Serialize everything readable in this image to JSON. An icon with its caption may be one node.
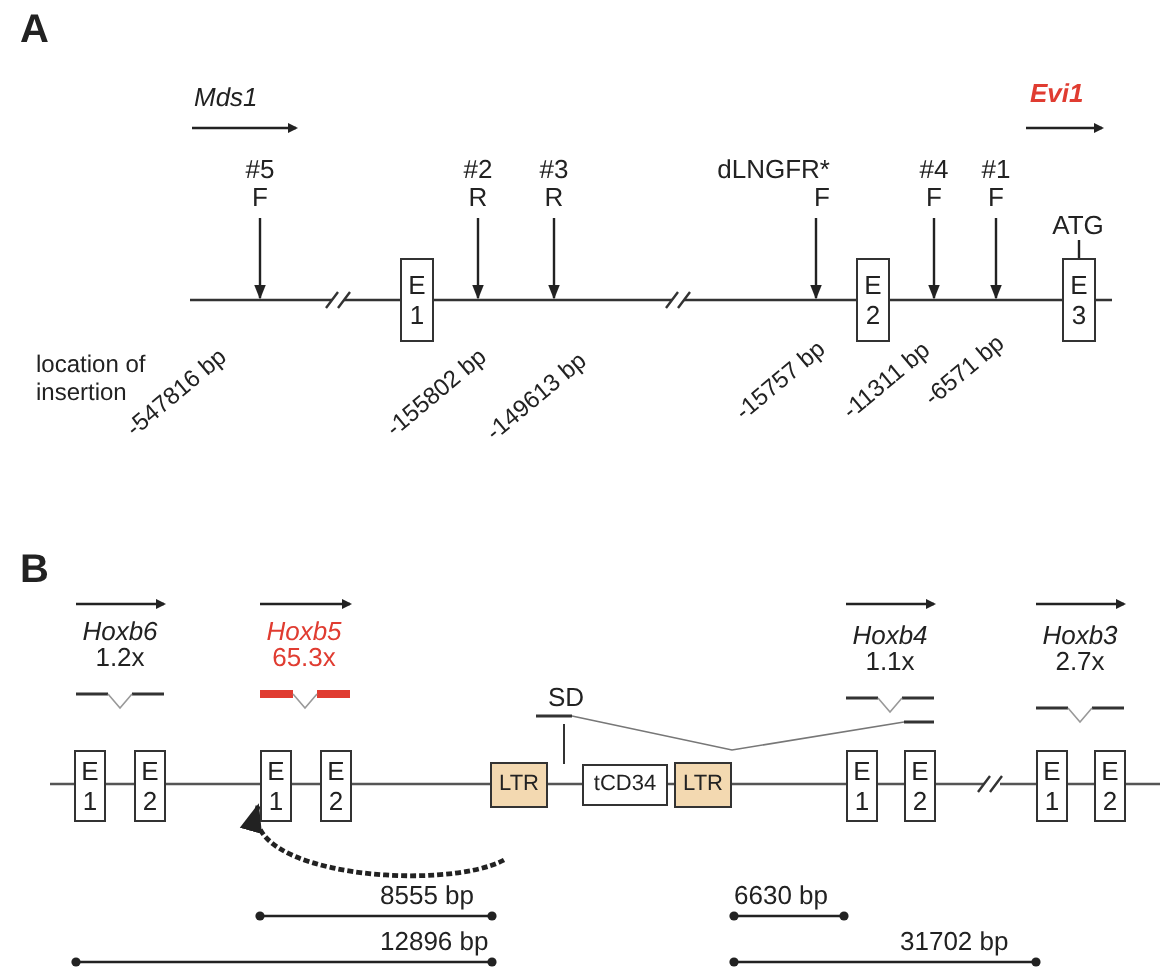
{
  "diagram": {
    "nodes": [
      {
        "text": [
          "#5",
          "F"
        ]
      },
      {
        "text": [
          "E 1"
        ]
      },
      {
        "text": [
          "#2",
          "R"
        ]
      },
      {
        "text": [
          "#3",
          "R"
        ]
      },
      {
        "text": [
          "dLNGFR*",
          "F"
        ]
      },
      {
        "text": [
          "E 2"
        ]
      },
      {
        "text": [
          "#4",
          "F"
        ]
      },
      {
        "text": [
          "#1",
          "F"
        ]
      },
      {
        "text": [
          "ATG"
        ]
      },
      {
        "text": [
          "E 3"
        ]
      },
      {
        "text": [
          "E 1"
        ]
      },
      {
        "text": [
          "E 2"
        ]
      },
      {
        "text": [
          "E 1"
        ]
      },
      {
        "text": [
          "E 2"
        ]
      },
      {
        "text": [
          "LTR"
        ]
      },
      {
        "text": [
          "tCD34"
        ]
      },
      {
        "text": [
          "LTR"
        ]
      },
      {
        "text": [
          "E 1"
        ]
      },
      {
        "text": [
          "E 2"
        ]
      },
      {
        "text": [
          "E 1"
        ]
      },
      {
        "text": [
          "E 2"
        ]
      },
      {
        "text": [],
        "shape": "line"
      }
    ],
    "edges": [
      {
        "from": 0,
        "to": 21,
        "arrow": "to"
      },
      {
        "from": 2,
        "to": 21,
        "arrow": "to"
      },
      {
        "from": 3,
        "to": 21,
        "arrow": "to"
      },
      {
        "from": 4,
        "to": 21,
        "arrow": "to"
      },
      {
        "from": 6,
        "to": 21,
        "arrow": "to"
      },
      {
        "from": 7,
        "to": 21,
        "arrow": "to"
      },
      {
        "from": 8,
        "to": 9,
        "arrow": "none"
      },
      {
        "from": null,
        "to": 12,
        "arrow": "to",
        "style": "dashed"
      }
    ],
    "labels": [
      "A",
      "Mds1",
      "Evi1",
      "location of insertion",
      "-547816 bp",
      "-155802 bp",
      "-149613 bp",
      "-15757 bp",
      "-11311 bp",
      "-6571 bp",
      "B",
      "Hoxb6",
      "1.2x",
      "Hoxb5",
      "65.3x",
      "SD",
      "Hoxb4",
      "1.1x",
      "Hoxb3",
      "2.7x",
      "8555 bp",
      "6630 bp",
      "12896 bp",
      "31702 bp"
    ]
  }
}
